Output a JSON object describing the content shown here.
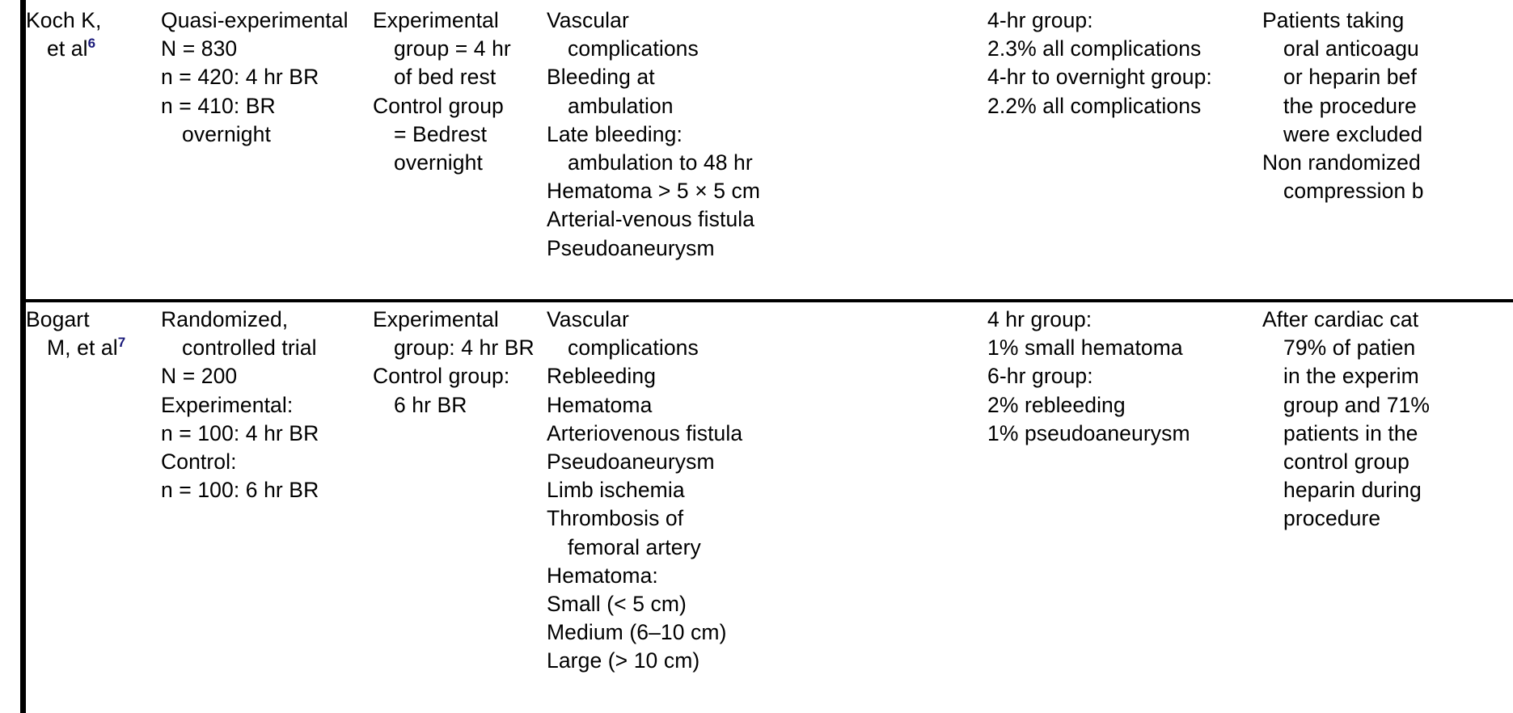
{
  "table": {
    "colors": {
      "rule": "#000000",
      "text": "#000000",
      "superscript": "#1a1a7a"
    },
    "rows": [
      {
        "id": "koch",
        "study": {
          "line1": "Koch K,",
          "line2": "et al",
          "ref": "6"
        },
        "design": [
          "Quasi-experimental",
          "N = 830",
          "n = 420: 4 hr BR",
          "n = 410: BR",
          "overnight"
        ],
        "intervention": [
          "Experimental",
          "group = 4 hr",
          "of bed rest",
          "Control group",
          "= Bedrest",
          "overnight"
        ],
        "outcomes": [
          "Vascular",
          "complications",
          "Bleeding at",
          "ambulation",
          "Late bleeding:",
          "ambulation to 48 hr",
          "Hematoma > 5 × 5 cm",
          "Arterial-venous fistula",
          "Pseudoaneurysm"
        ],
        "results": [
          "4-hr group:",
          "2.3% all complications",
          "4-hr to overnight group:",
          "2.2% all complications"
        ],
        "comments": [
          "Patients taking",
          "oral anticoagu",
          "or heparin bef",
          "the procedure",
          "were excluded",
          "Non randomized",
          "compression b"
        ]
      },
      {
        "id": "bogart",
        "study": {
          "line1": "Bogart",
          "line2": "M, et al",
          "ref": "7"
        },
        "design": [
          "Randomized,",
          "controlled trial",
          "N = 200",
          "Experimental:",
          "n = 100: 4 hr BR",
          "Control:",
          "n = 100: 6 hr BR"
        ],
        "intervention": [
          "Experimental",
          "group: 4 hr BR",
          "Control group:",
          "6 hr BR"
        ],
        "outcomes": [
          "Vascular",
          "complications",
          "Rebleeding",
          "Hematoma",
          "Arteriovenous fistula",
          "Pseudoaneurysm",
          "Limb ischemia",
          "Thrombosis of",
          "femoral artery",
          "Hematoma:",
          "Small (< 5 cm)",
          "Medium (6–10 cm)",
          "Large (> 10 cm)"
        ],
        "results": [
          "4 hr group:",
          "1% small hematoma",
          "6-hr group:",
          "2% rebleeding",
          "1% pseudoaneurysm"
        ],
        "comments": [
          "After cardiac cat",
          "79% of patien",
          "in the experim",
          "group and 71%",
          "patients in the",
          "control group",
          "heparin during",
          "procedure"
        ]
      }
    ]
  }
}
